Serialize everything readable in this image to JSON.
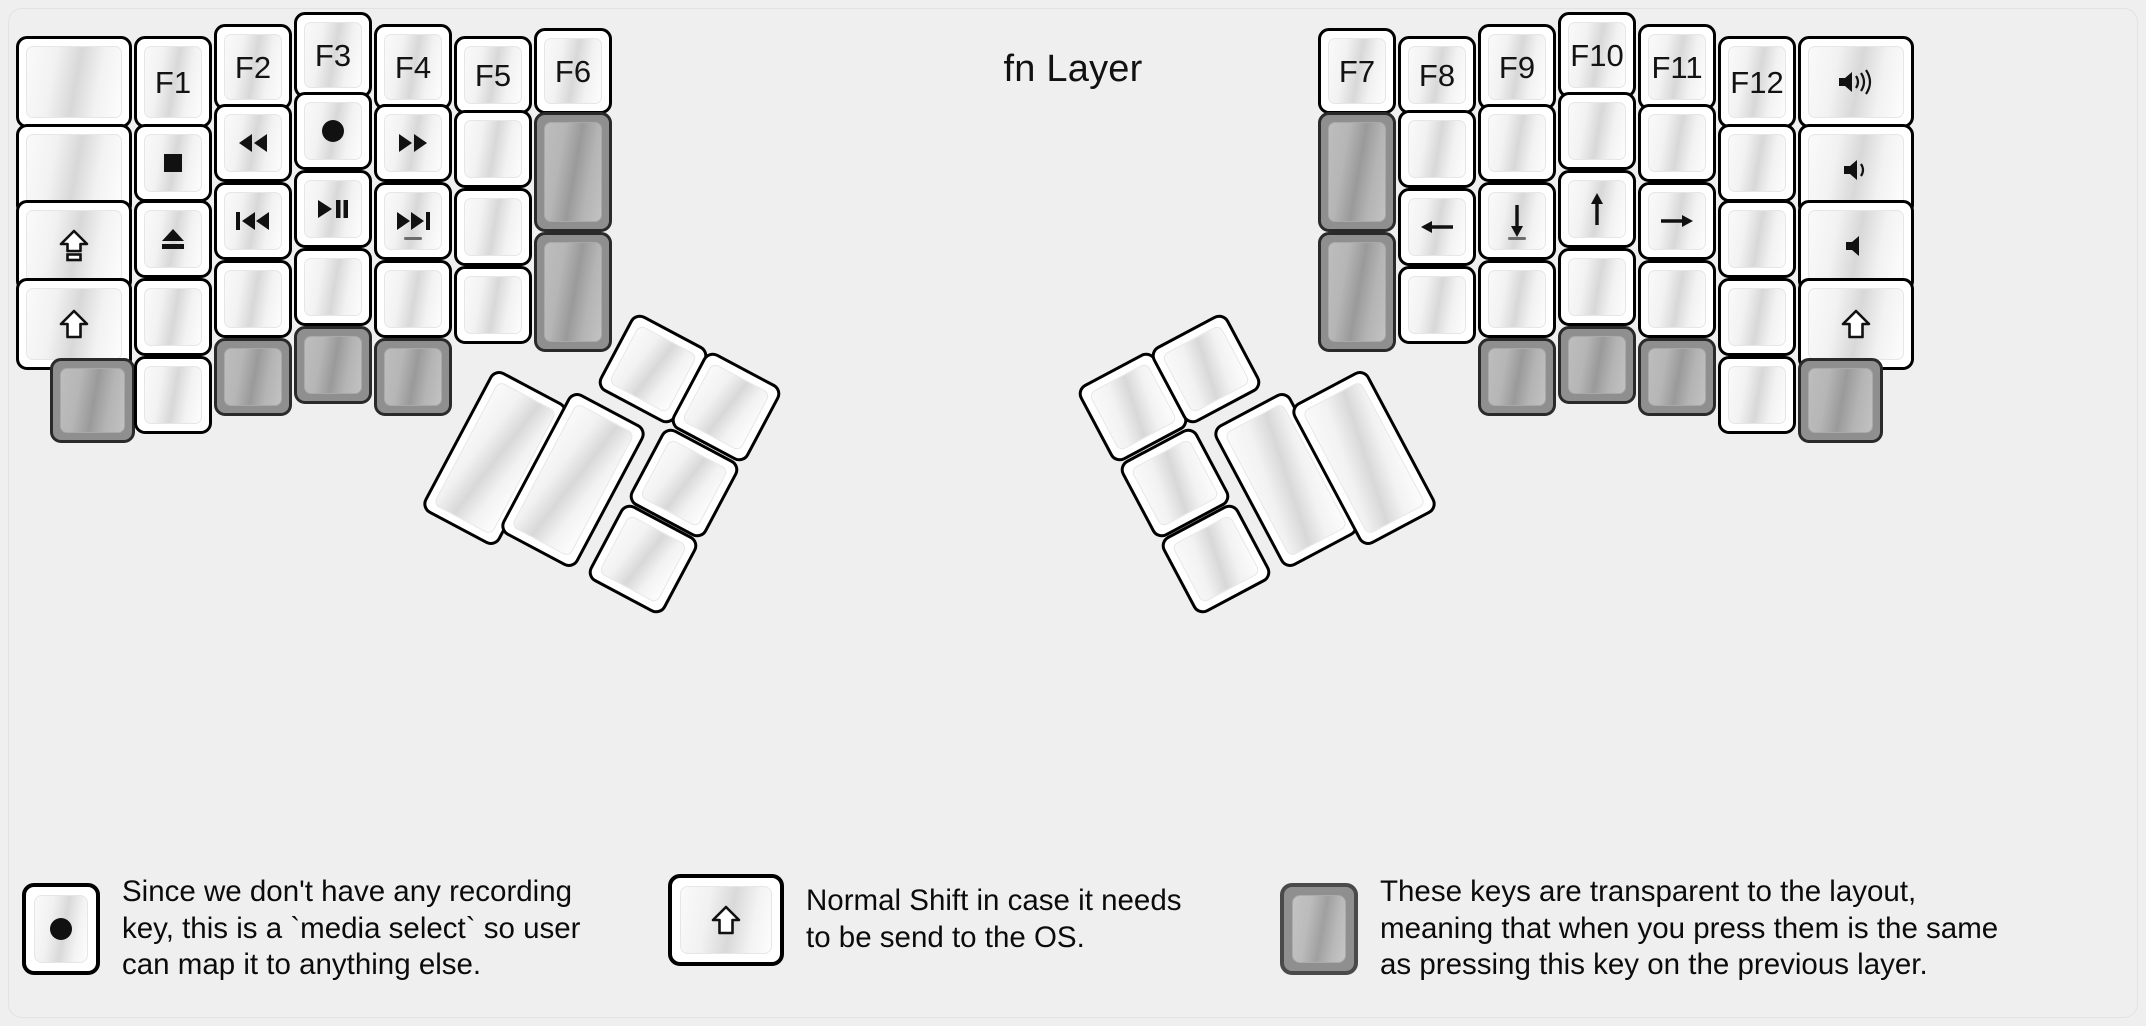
{
  "title": "fn Layer",
  "colors": {
    "background": "#efefef",
    "key_face": "#ffffff",
    "key_border": "#000000",
    "transparent_key": "#8f8f8f"
  },
  "left_half": {
    "columns": [
      {
        "name": "col-pinky-outer",
        "keys": [
          {
            "label": "",
            "icon": "",
            "type": "normal"
          },
          {
            "label": "",
            "icon": "",
            "type": "normal"
          },
          {
            "label": "",
            "icon": "caps-lock-icon",
            "type": "normal"
          },
          {
            "label": "",
            "icon": "shift-icon",
            "type": "normal"
          },
          {
            "label": "",
            "icon": "",
            "type": "transparent"
          }
        ]
      },
      {
        "name": "col-pinky",
        "keys": [
          {
            "label": "F1",
            "icon": "",
            "type": "normal"
          },
          {
            "label": "",
            "icon": "media-stop-icon",
            "type": "normal"
          },
          {
            "label": "",
            "icon": "media-eject-icon",
            "type": "normal"
          },
          {
            "label": "",
            "icon": "",
            "type": "normal"
          },
          {
            "label": "",
            "icon": "",
            "type": "normal"
          }
        ]
      },
      {
        "name": "col-ring",
        "keys": [
          {
            "label": "F2",
            "icon": "",
            "type": "normal"
          },
          {
            "label": "",
            "icon": "media-rewind-icon",
            "type": "normal"
          },
          {
            "label": "",
            "icon": "media-prev-track-icon",
            "type": "normal"
          },
          {
            "label": "",
            "icon": "",
            "type": "normal"
          },
          {
            "label": "",
            "icon": "",
            "type": "transparent"
          }
        ]
      },
      {
        "name": "col-middle",
        "keys": [
          {
            "label": "F3",
            "icon": "",
            "type": "normal"
          },
          {
            "label": "",
            "icon": "media-record-icon",
            "type": "normal"
          },
          {
            "label": "",
            "icon": "media-play-pause-icon",
            "type": "normal"
          },
          {
            "label": "",
            "icon": "",
            "type": "normal"
          },
          {
            "label": "",
            "icon": "",
            "type": "transparent"
          }
        ]
      },
      {
        "name": "col-index",
        "keys": [
          {
            "label": "F4",
            "icon": "",
            "type": "normal"
          },
          {
            "label": "",
            "icon": "media-fast-forward-icon",
            "type": "normal"
          },
          {
            "label": "",
            "icon": "media-next-track-icon",
            "type": "normal",
            "homing": true
          },
          {
            "label": "",
            "icon": "",
            "type": "normal"
          },
          {
            "label": "",
            "icon": "",
            "type": "transparent"
          }
        ]
      },
      {
        "name": "col-inner-1",
        "keys": [
          {
            "label": "F5",
            "icon": "",
            "type": "normal"
          },
          {
            "label": "",
            "icon": "",
            "type": "normal"
          },
          {
            "label": "",
            "icon": "",
            "type": "normal"
          },
          {
            "label": "",
            "icon": "",
            "type": "normal"
          }
        ]
      },
      {
        "name": "col-inner-2",
        "keys": [
          {
            "label": "F6",
            "icon": "",
            "type": "normal"
          },
          {
            "label": "",
            "icon": "",
            "type": "transparent",
            "tall": true
          },
          {
            "label": "",
            "icon": "",
            "type": "transparent",
            "tall": true
          }
        ]
      }
    ],
    "thumb_cluster": [
      {
        "name": "thumb-big-1",
        "label": "",
        "icon": "",
        "type": "normal",
        "size": "large"
      },
      {
        "name": "thumb-big-2",
        "label": "",
        "icon": "",
        "type": "normal",
        "size": "large"
      },
      {
        "name": "thumb-small-1",
        "label": "",
        "icon": "",
        "type": "normal",
        "size": "small"
      },
      {
        "name": "thumb-small-2",
        "label": "",
        "icon": "",
        "type": "normal",
        "size": "small"
      },
      {
        "name": "thumb-small-3",
        "label": "",
        "icon": "",
        "type": "normal",
        "size": "small"
      },
      {
        "name": "thumb-small-4",
        "label": "",
        "icon": "",
        "type": "normal",
        "size": "small"
      }
    ]
  },
  "right_half": {
    "columns": [
      {
        "name": "col-inner-2",
        "keys": [
          {
            "label": "F7",
            "icon": "",
            "type": "normal"
          },
          {
            "label": "",
            "icon": "",
            "type": "transparent",
            "tall": true
          },
          {
            "label": "",
            "icon": "",
            "type": "transparent",
            "tall": true
          }
        ]
      },
      {
        "name": "col-inner-1",
        "keys": [
          {
            "label": "F8",
            "icon": "",
            "type": "normal"
          },
          {
            "label": "",
            "icon": "",
            "type": "normal"
          },
          {
            "label": "",
            "icon": "arrow-left-icon",
            "type": "normal"
          },
          {
            "label": "",
            "icon": "",
            "type": "normal"
          }
        ]
      },
      {
        "name": "col-index",
        "keys": [
          {
            "label": "F9",
            "icon": "",
            "type": "normal"
          },
          {
            "label": "",
            "icon": "",
            "type": "normal"
          },
          {
            "label": "",
            "icon": "arrow-down-icon",
            "type": "normal",
            "homing": true
          },
          {
            "label": "",
            "icon": "",
            "type": "normal"
          },
          {
            "label": "",
            "icon": "",
            "type": "transparent"
          }
        ]
      },
      {
        "name": "col-middle",
        "keys": [
          {
            "label": "F10",
            "icon": "",
            "type": "normal"
          },
          {
            "label": "",
            "icon": "",
            "type": "normal"
          },
          {
            "label": "",
            "icon": "arrow-up-icon",
            "type": "normal"
          },
          {
            "label": "",
            "icon": "",
            "type": "normal"
          },
          {
            "label": "",
            "icon": "",
            "type": "transparent"
          }
        ]
      },
      {
        "name": "col-ring",
        "keys": [
          {
            "label": "F11",
            "icon": "",
            "type": "normal"
          },
          {
            "label": "",
            "icon": "",
            "type": "normal"
          },
          {
            "label": "",
            "icon": "arrow-right-icon",
            "type": "normal"
          },
          {
            "label": "",
            "icon": "",
            "type": "normal"
          },
          {
            "label": "",
            "icon": "",
            "type": "transparent"
          }
        ]
      },
      {
        "name": "col-pinky",
        "keys": [
          {
            "label": "F12",
            "icon": "",
            "type": "normal"
          },
          {
            "label": "",
            "icon": "",
            "type": "normal"
          },
          {
            "label": "",
            "icon": "",
            "type": "normal"
          },
          {
            "label": "",
            "icon": "",
            "type": "normal"
          },
          {
            "label": "",
            "icon": "",
            "type": "normal"
          }
        ]
      },
      {
        "name": "col-pinky-outer",
        "keys": [
          {
            "label": "",
            "icon": "volume-up-icon",
            "type": "normal"
          },
          {
            "label": "",
            "icon": "volume-down-icon",
            "type": "normal"
          },
          {
            "label": "",
            "icon": "volume-mute-icon",
            "type": "normal"
          },
          {
            "label": "",
            "icon": "shift-icon",
            "type": "normal"
          },
          {
            "label": "",
            "icon": "",
            "type": "transparent"
          }
        ]
      }
    ],
    "thumb_cluster": [
      {
        "name": "thumb-big-1",
        "label": "",
        "icon": "",
        "type": "normal",
        "size": "large"
      },
      {
        "name": "thumb-big-2",
        "label": "",
        "icon": "",
        "type": "normal",
        "size": "large"
      },
      {
        "name": "thumb-small-1",
        "label": "",
        "icon": "",
        "type": "normal",
        "size": "small"
      },
      {
        "name": "thumb-small-2",
        "label": "",
        "icon": "",
        "type": "normal",
        "size": "small"
      },
      {
        "name": "thumb-small-3",
        "label": "",
        "icon": "",
        "type": "normal",
        "size": "small"
      },
      {
        "name": "thumb-small-4",
        "label": "",
        "icon": "",
        "type": "normal",
        "size": "small"
      }
    ]
  },
  "legend": [
    {
      "icon": "media-record-icon",
      "key_type": "normal",
      "text": "Since we don't have any recording\nkey, this is a `media select` so user\ncan map it to anything else."
    },
    {
      "icon": "shift-icon",
      "key_type": "normal",
      "text": "Normal Shift in case it needs\nto be send to the OS."
    },
    {
      "icon": "",
      "key_type": "transparent",
      "text": "These keys are transparent to the layout,\nmeaning that when you press them is the same\nas pressing this key on the previous layer."
    }
  ]
}
